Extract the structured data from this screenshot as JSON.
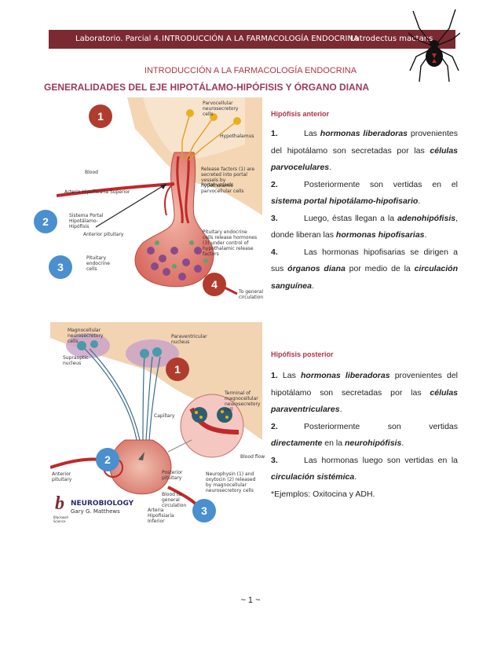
{
  "header": {
    "left": "Laboratorio. Parcial 4.",
    "center": "INTRODUCCIÓN A LA FARMACOLOGÍA ENDOCRINA",
    "right": "Latrodectus mactans"
  },
  "main_title": "INTRODUCCIÓN A LA FARMACOLOGÍA ENDOCRINA",
  "section_title": "GENERALIDADES DEL EJE HIPOTÁLAMO-HIPÓFISIS Y ÓRGANO DIANA",
  "figure1": {
    "badges": [
      "1",
      "2",
      "3",
      "4"
    ],
    "labels": {
      "arteria": "Arteria Hipofisiaria Superior",
      "portal": "Sistema Portal Hipotálamo-Hipófisis",
      "parvo": "Parvocellular neurosecretory cells",
      "hypothalamus": "Hypothalamus",
      "blood": "Blood",
      "release": "Release factors (1) are secreted into portal vessels by hypothalamic parvocellular cells",
      "portal_vessels": "Portal vessels",
      "anterior": "Anterior pituitary",
      "pituitary_cells": "Pituitary endocrine cells",
      "pituitary_release": "Pituitary endocrine cells release hormones (3) under control of hypothalamic release factors",
      "general": "To general circulation"
    }
  },
  "anterior": {
    "heading": "Hipófisis anterior",
    "items": [
      {
        "n": "1.",
        "t1": "Las ",
        "b1": "hormonas liberadoras",
        "t2": " provenientes del hipotálamo son secretadas por las ",
        "b2": "células parvocelulares",
        "t3": "."
      },
      {
        "n": "2.",
        "t1": "Posteriormente son vertidas en el ",
        "b1": "sistema portal hipotálamo-hipofisario",
        "t2": "."
      },
      {
        "n": "3.",
        "t1": "Luego, éstas llegan a la ",
        "b1": "adenohipófisis",
        "t2": ", donde liberan las ",
        "b2": "hormonas hipofisarias",
        "t3": "."
      },
      {
        "n": "4.",
        "t1": "Las hormonas hipofisarias se dirigen a sus ",
        "b1": "órganos diana",
        "t2": " por medio de la ",
        "b2": "circulación sanguínea",
        "t3": "."
      }
    ]
  },
  "figure2": {
    "badges": [
      "1",
      "2",
      "3"
    ],
    "labels": {
      "magno": "Magnocellular neurosecretory cells",
      "paraventricular": "Paraventricular nucleus",
      "supraoptic": "Supraoptic nucleus",
      "capillary": "Capillary",
      "terminal": "Terminal of magnocellular neurosecretory cell",
      "anterior": "Anterior pituitary",
      "posterior": "Posterior pituitary",
      "neuro": "Neurophysin (1) and oxytocin (2) released by magnocellular neurosecretory cells",
      "blood_flow": "Blood flow",
      "to_general": "Blood to general circulation",
      "arteria": "Arteria Hipofisiaria Inferior",
      "book": "NEUROBIOLOGY",
      "author": "Gary G. Matthews",
      "publisher": "Blackwell Science"
    }
  },
  "posterior": {
    "heading": "Hipófisis posterior",
    "items": [
      {
        "n": "1.",
        "t1": "Las ",
        "b1": "hormonas liberadoras",
        "t2": " provenientes del hipotálamo son secretadas por las ",
        "b2": "células paraventriculares",
        "t3": "."
      },
      {
        "n": "2.",
        "t1": "Posteriormente son vertidas ",
        "b1": "directamente",
        "t2": " en la ",
        "b2": "neurohipófisis",
        "t3": "."
      },
      {
        "n": "3.",
        "t1": "Las hormonas luego son vertidas en la ",
        "b1": "circulación sistémica",
        "t2": "."
      }
    ],
    "example": "*Ejemplos: Oxitocina y ADH."
  },
  "footer": "~ 1 ~",
  "colors": {
    "header_bg": "#7b2a33",
    "title": "#b0334a",
    "badge_red": "#b03c2e",
    "badge_blue": "#4a8fd0"
  }
}
